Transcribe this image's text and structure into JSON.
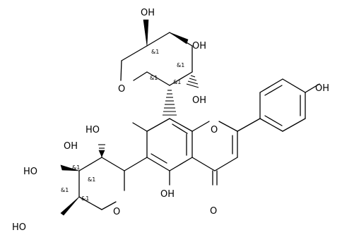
{
  "atom_labels": {
    "oh_top": "OH",
    "oh_mid": "OH",
    "oh_upper_right": "OH",
    "o_xylose_top": "O",
    "oh_phenol": "OH",
    "oh_c7": "HO",
    "o_chromone": "O",
    "oh_xylose_left_top": "OH",
    "ho_xylose_left_mid": "HO",
    "o_xylose_left": "O",
    "ho_xylose_left_low": "HO",
    "oh_c5": "OH",
    "o_carbonyl": "O"
  },
  "stereo_label": "&1"
}
